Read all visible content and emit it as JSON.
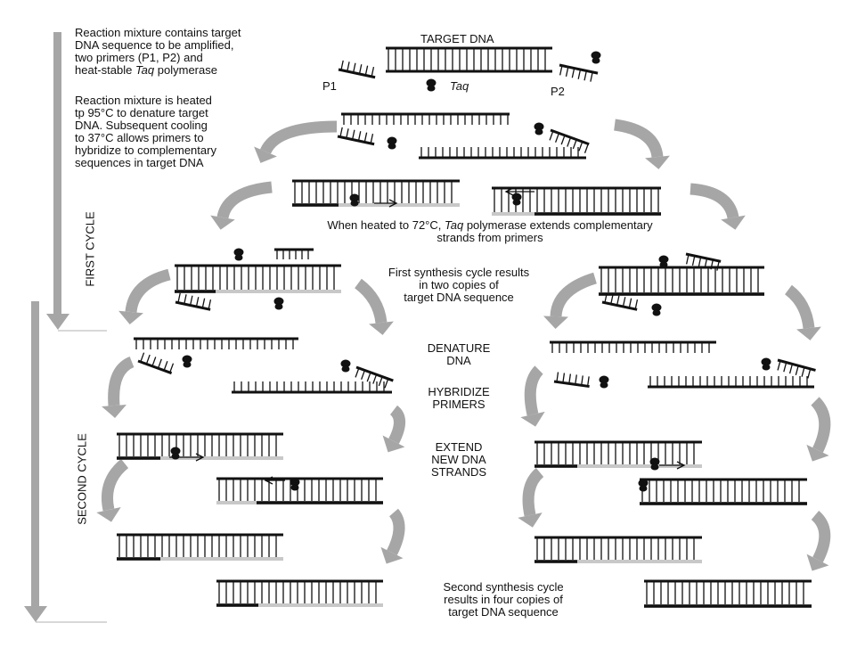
{
  "intro": {
    "line1": "Reaction mixture contains target",
    "line2": "DNA sequence to be amplified,",
    "line3": "two primers (P1, P2) and",
    "line4_pre": "heat-stable ",
    "line4_ital": "Taq",
    "line4_post": " polymerase"
  },
  "denature_note": {
    "line1": "Reaction mixture is heated",
    "line2": "tp 95°C to denature target",
    "line3": "DNA.  Subsequent cooling",
    "line4": "to 37°C allows primers to",
    "line5": "hybridize to complementary",
    "line6": "sequences in target DNA"
  },
  "target_label": "TARGET DNA",
  "p1_label": "P1",
  "p2_label": "P2",
  "taq_label": "Taq",
  "extend_note": {
    "line1_pre": "When heated to 72°C, ",
    "line1_ital": "Taq",
    "line1_post": " polymerase extends complementary",
    "line2": "strands from primers"
  },
  "first_result": {
    "line1": "First synthesis cycle results",
    "line2": "in two copies of",
    "line3": "target DNA sequence"
  },
  "steps": {
    "denature": [
      "DENATURE",
      "DNA"
    ],
    "hybridize": [
      "HYBRIDIZE",
      "PRIMERS"
    ],
    "extend": [
      "EXTEND",
      "NEW DNA",
      "STRANDS"
    ]
  },
  "second_result": {
    "line1": "Second synthesis cycle",
    "line2": "results in four copies of",
    "line3": "target DNA sequence"
  },
  "first_cycle_label": "FIRST CYCLE",
  "second_cycle_label": "SECOND CYCLE",
  "colors": {
    "ink": "#111111",
    "arrow_gray": "#a6a6a6",
    "light_strand": "#c8c8c8"
  }
}
